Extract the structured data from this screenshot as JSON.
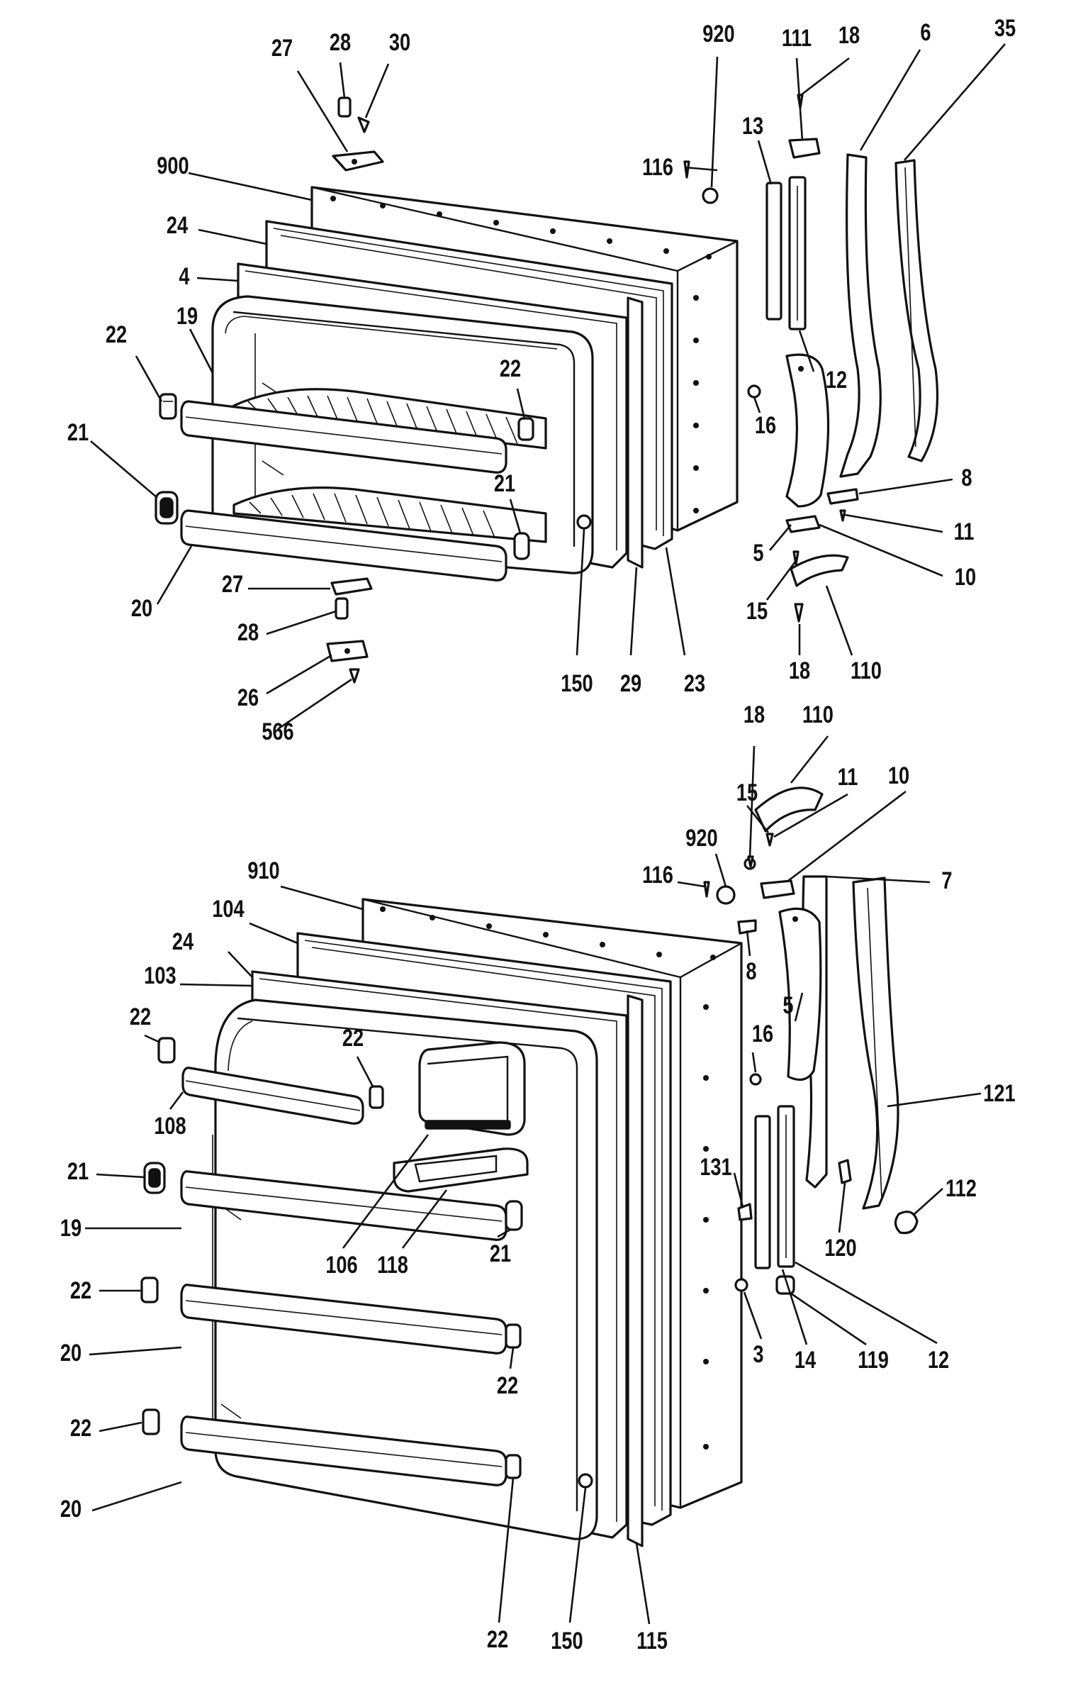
{
  "diagram": {
    "background": "#ffffff",
    "ink": "#111111",
    "labels": [
      {
        "id": "freezer-27-top",
        "text": "27"
      },
      {
        "id": "freezer-28-top",
        "text": "28"
      },
      {
        "id": "freezer-30",
        "text": "30"
      },
      {
        "id": "freezer-920",
        "text": "920"
      },
      {
        "id": "freezer-111",
        "text": "111"
      },
      {
        "id": "freezer-18-top",
        "text": "18"
      },
      {
        "id": "freezer-6",
        "text": "6"
      },
      {
        "id": "freezer-35",
        "text": "35"
      },
      {
        "id": "freezer-900",
        "text": "900"
      },
      {
        "id": "freezer-116",
        "text": "116"
      },
      {
        "id": "freezer-13",
        "text": "13"
      },
      {
        "id": "freezer-24",
        "text": "24"
      },
      {
        "id": "freezer-4",
        "text": "4"
      },
      {
        "id": "freezer-22-left",
        "text": "22"
      },
      {
        "id": "freezer-19",
        "text": "19"
      },
      {
        "id": "freezer-22-right",
        "text": "22"
      },
      {
        "id": "freezer-12",
        "text": "12"
      },
      {
        "id": "freezer-21-left",
        "text": "21"
      },
      {
        "id": "freezer-16",
        "text": "16"
      },
      {
        "id": "freezer-8",
        "text": "8"
      },
      {
        "id": "freezer-21-right",
        "text": "21"
      },
      {
        "id": "freezer-11",
        "text": "11"
      },
      {
        "id": "freezer-5",
        "text": "5"
      },
      {
        "id": "freezer-10",
        "text": "10"
      },
      {
        "id": "freezer-20",
        "text": "20"
      },
      {
        "id": "freezer-27-bottom",
        "text": "27"
      },
      {
        "id": "freezer-15",
        "text": "15"
      },
      {
        "id": "freezer-28-bottom",
        "text": "28"
      },
      {
        "id": "freezer-18-bottom",
        "text": "18"
      },
      {
        "id": "freezer-110",
        "text": "110"
      },
      {
        "id": "freezer-150",
        "text": "150"
      },
      {
        "id": "freezer-29",
        "text": "29"
      },
      {
        "id": "freezer-23",
        "text": "23"
      },
      {
        "id": "freezer-26",
        "text": "26"
      },
      {
        "id": "freezer-566",
        "text": "566"
      },
      {
        "id": "fresh-18",
        "text": "18"
      },
      {
        "id": "fresh-110",
        "text": "110"
      },
      {
        "id": "fresh-15",
        "text": "15"
      },
      {
        "id": "fresh-11",
        "text": "11"
      },
      {
        "id": "fresh-10",
        "text": "10"
      },
      {
        "id": "fresh-920",
        "text": "920"
      },
      {
        "id": "fresh-910",
        "text": "910"
      },
      {
        "id": "fresh-116",
        "text": "116"
      },
      {
        "id": "fresh-7",
        "text": "7"
      },
      {
        "id": "fresh-104",
        "text": "104"
      },
      {
        "id": "fresh-24",
        "text": "24"
      },
      {
        "id": "fresh-8",
        "text": "8"
      },
      {
        "id": "fresh-103",
        "text": "103"
      },
      {
        "id": "fresh-5",
        "text": "5"
      },
      {
        "id": "fresh-22-a",
        "text": "22"
      },
      {
        "id": "fresh-22-b",
        "text": "22"
      },
      {
        "id": "fresh-16",
        "text": "16"
      },
      {
        "id": "fresh-108",
        "text": "108"
      },
      {
        "id": "fresh-121",
        "text": "121"
      },
      {
        "id": "fresh-112",
        "text": "112"
      },
      {
        "id": "fresh-21-left",
        "text": "21"
      },
      {
        "id": "fresh-131",
        "text": "131"
      },
      {
        "id": "fresh-19",
        "text": "19"
      },
      {
        "id": "fresh-106",
        "text": "106"
      },
      {
        "id": "fresh-118",
        "text": "118"
      },
      {
        "id": "fresh-21-right",
        "text": "21"
      },
      {
        "id": "fresh-120",
        "text": "120"
      },
      {
        "id": "fresh-22-c",
        "text": "22"
      },
      {
        "id": "fresh-3",
        "text": "3"
      },
      {
        "id": "fresh-14",
        "text": "14"
      },
      {
        "id": "fresh-119",
        "text": "119"
      },
      {
        "id": "fresh-12",
        "text": "12"
      },
      {
        "id": "fresh-20-a",
        "text": "20"
      },
      {
        "id": "fresh-22-d",
        "text": "22"
      },
      {
        "id": "fresh-22-e",
        "text": "22"
      },
      {
        "id": "fresh-20-b",
        "text": "20"
      },
      {
        "id": "fresh-22-f",
        "text": "22"
      },
      {
        "id": "fresh-150",
        "text": "150"
      },
      {
        "id": "fresh-115",
        "text": "115"
      }
    ]
  }
}
